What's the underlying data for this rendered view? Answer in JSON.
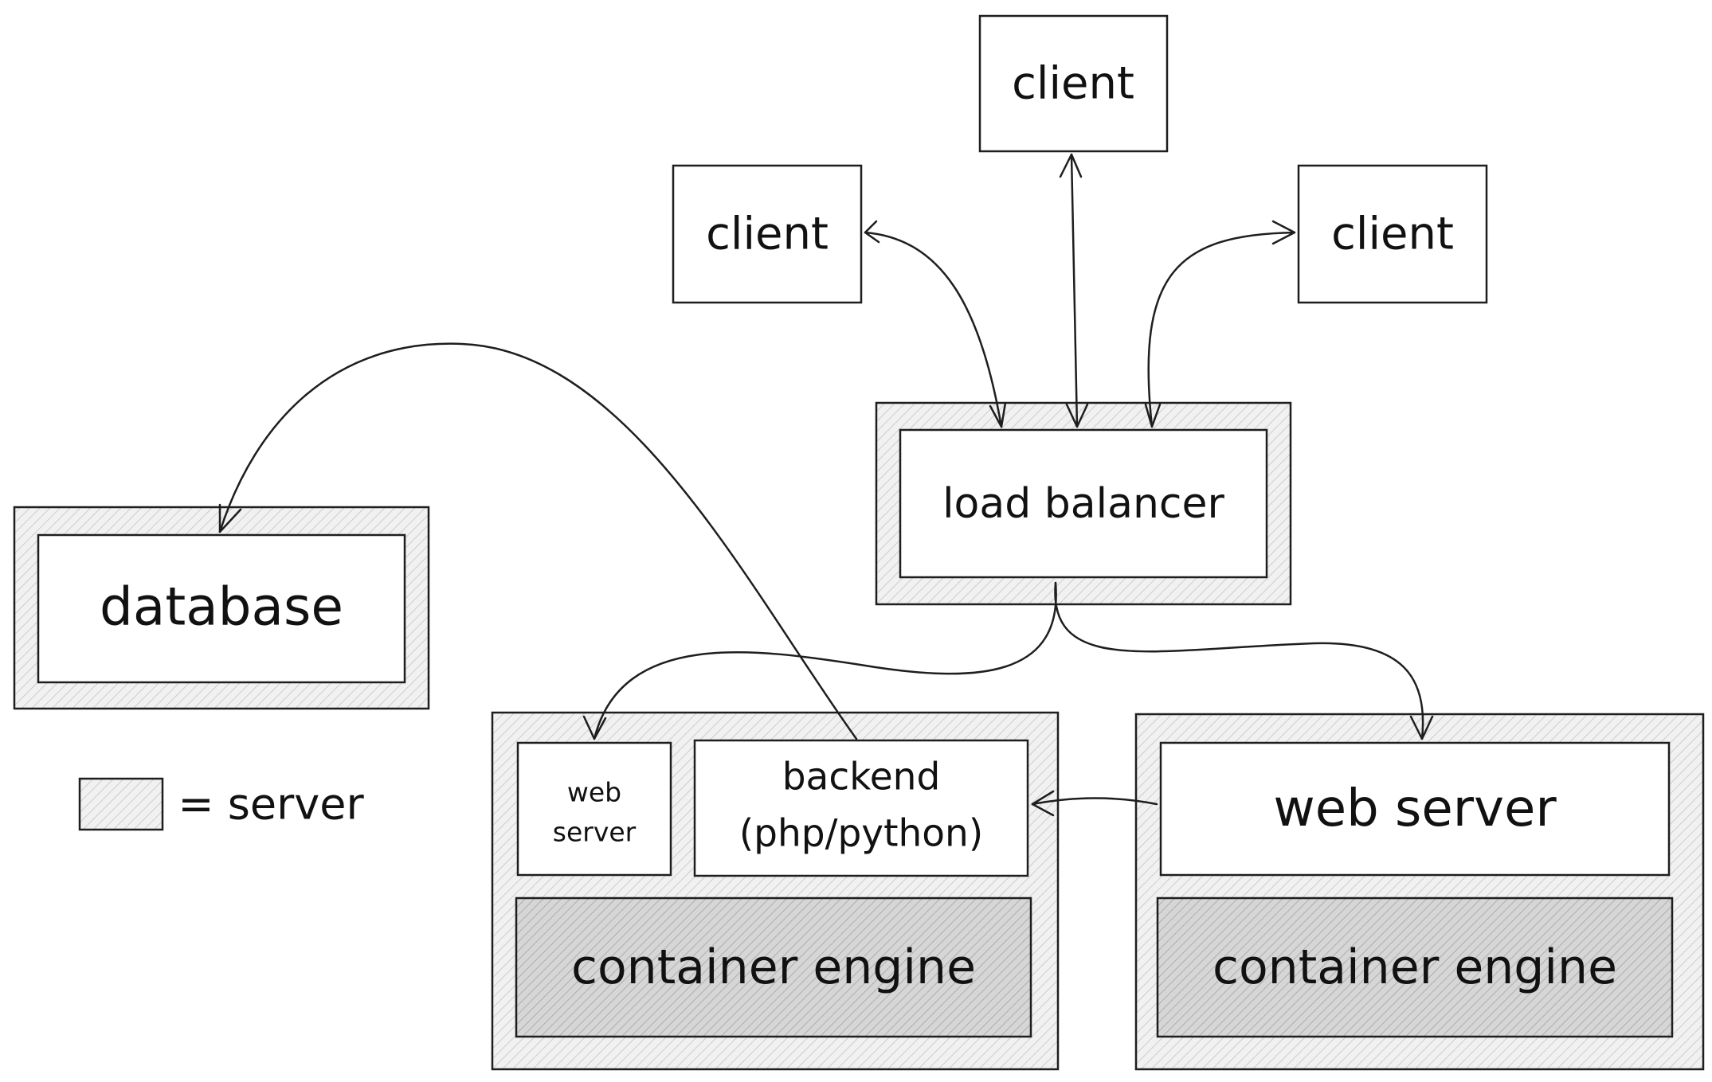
{
  "nodes": {
    "client_top": "client",
    "client_left": "client",
    "client_right": "client",
    "load_balancer": "load balancer",
    "database": "database",
    "web_server_small": [
      "web",
      "server"
    ],
    "backend": [
      "backend",
      "(php/python)"
    ],
    "container_engine_left": "container engine",
    "web_server_right": "web server",
    "container_engine_right": "container engine"
  },
  "legend": {
    "label": "= server"
  },
  "colors": {
    "stroke": "#1e1e1e",
    "server_fill": "#e9e9e9",
    "engine_fill": "#cfcfcf",
    "box_fill": "#ffffff"
  }
}
